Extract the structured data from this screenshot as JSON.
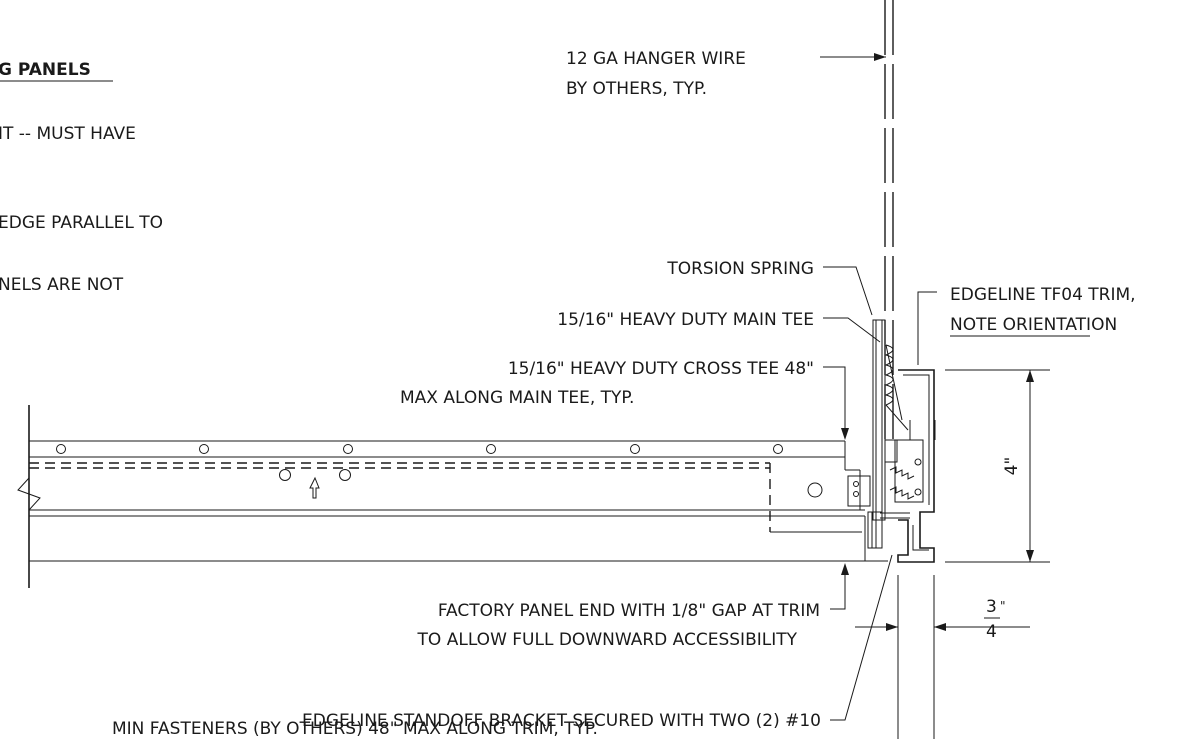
{
  "notes": {
    "heading": "G PANELS",
    "line1": "IT -- MUST HAVE",
    "line2": "EDGE PARALLEL TO",
    "line3": "NELS ARE NOT"
  },
  "callouts": {
    "hanger_wire_1": "12 GA HANGER WIRE",
    "hanger_wire_2": "BY OTHERS, TYP.",
    "torsion_spring": "TORSION SPRING",
    "main_tee": "15/16\" HEAVY DUTY MAIN TEE",
    "cross_tee_1": "15/16\" HEAVY DUTY CROSS TEE 48\"",
    "cross_tee_2": "MAX ALONG MAIN TEE, TYP.",
    "trim_1": "EDGELINE TF04 TRIM,",
    "trim_2": "NOTE ORIENTATION",
    "panel_end_1": "FACTORY PANEL END WITH 1/8\" GAP AT TRIM",
    "panel_end_2": "TO ALLOW FULL DOWNWARD ACCESSIBILITY",
    "bracket_1": "EDGELINE STANDOFF BRACKET SECURED WITH TWO (2) #10",
    "bracket_2": "MIN FASTENERS (BY OTHERS) 48\" MAX ALONG TRIM, TYP."
  },
  "dimensions": {
    "height": "4\"",
    "width_num": "3",
    "width_den": "4",
    "width_unit": "\""
  }
}
